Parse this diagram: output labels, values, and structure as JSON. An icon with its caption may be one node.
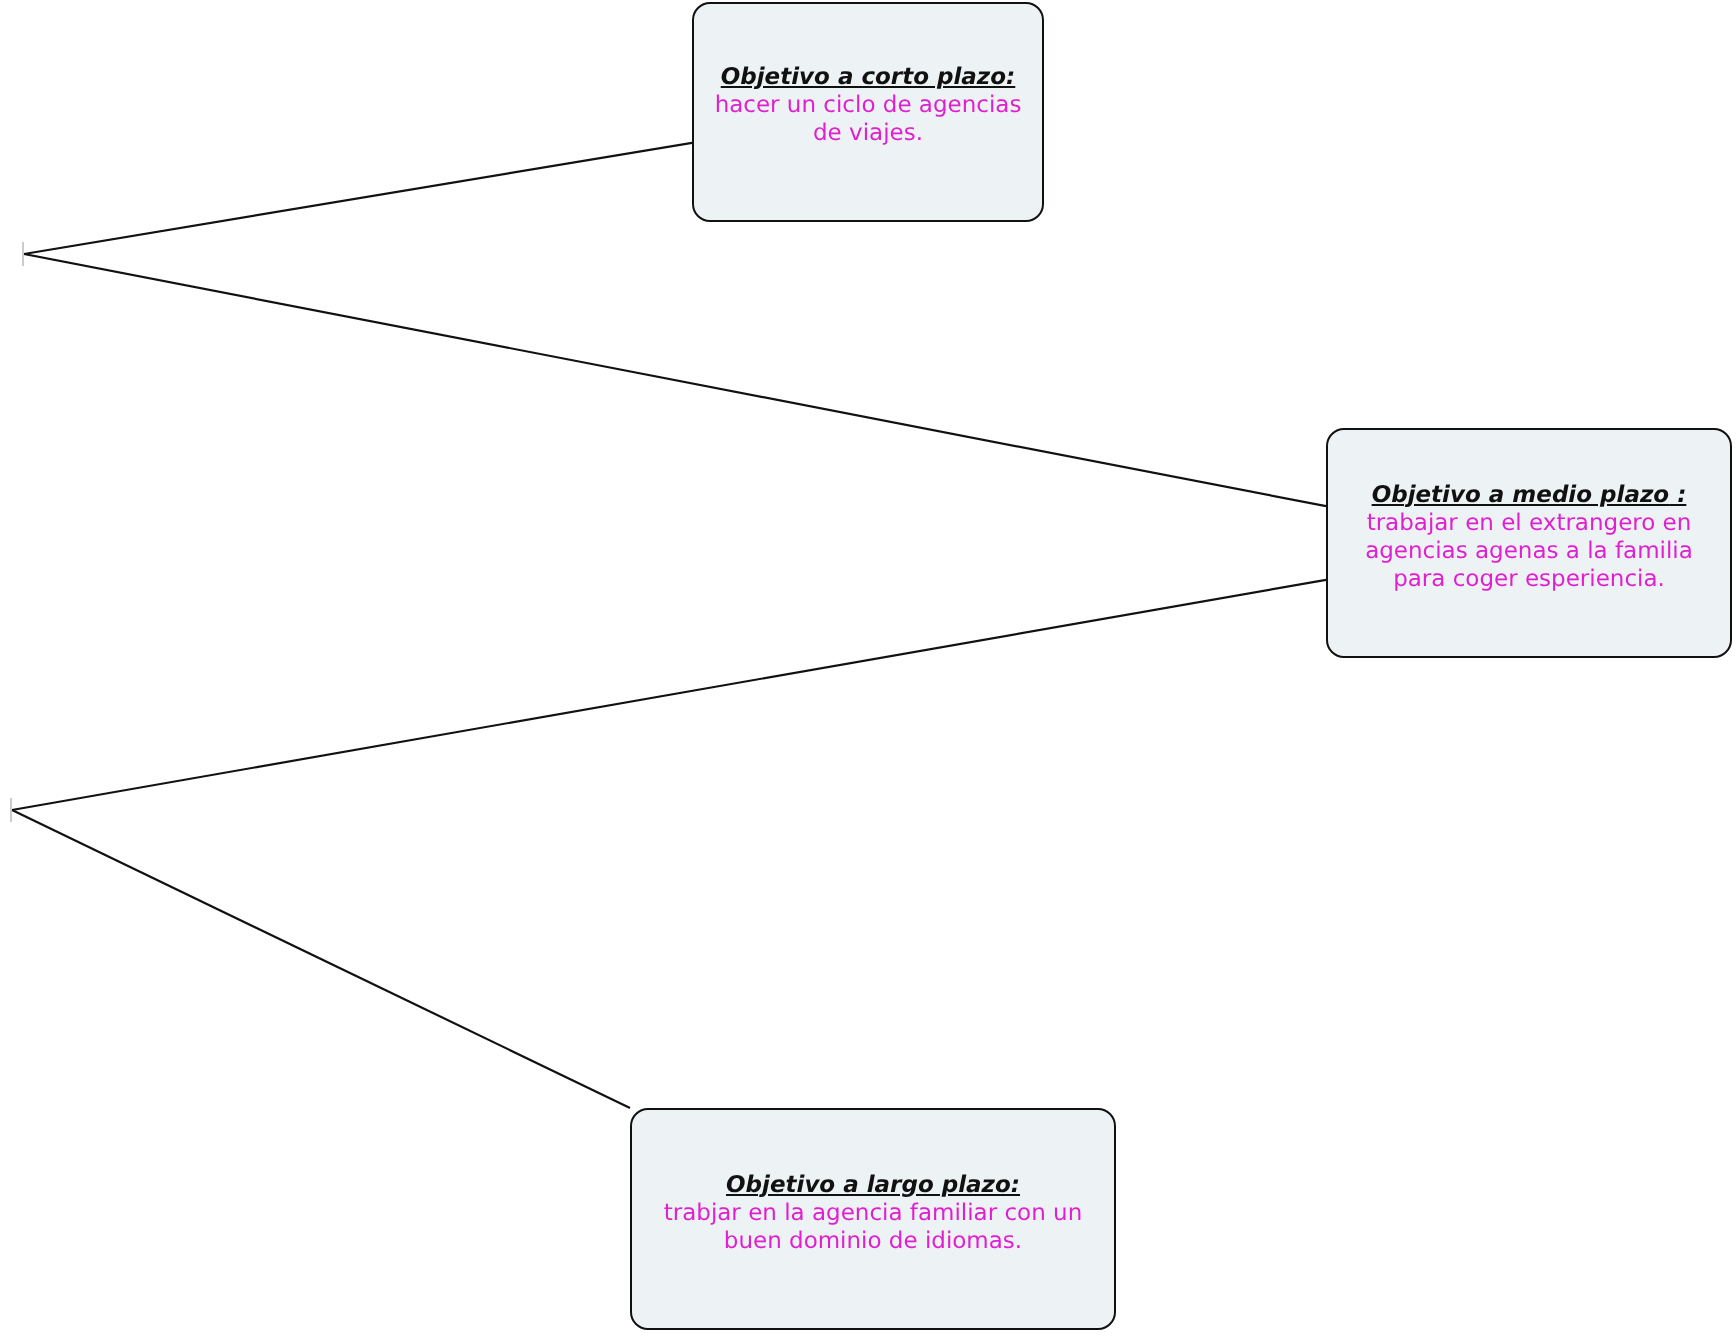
{
  "diagram": {
    "nodes": [
      {
        "text": [
          "Objetivo a corto plazo:",
          "hacer un ciclo de agencias de viajes."
        ]
      },
      {
        "text": [],
        "shape": "bar"
      },
      {
        "text": [
          "**Objetivo a medio plazo** :",
          "trabajar en el extrangero en agencias agenas a la familia para coger esperiencia."
        ]
      },
      {
        "text": [],
        "shape": "bar"
      },
      {
        "text": [
          "Objetivo a largo plazo:",
          "trabjar en la agencia familiar con un buen dominio de idiomas."
        ]
      }
    ],
    "edges": [
      {
        "from": 1,
        "to": 0,
        "arrow": "none"
      },
      {
        "from": 1,
        "to": 2,
        "arrow": "none"
      },
      {
        "from": 3,
        "to": 2,
        "arrow": "none"
      },
      {
        "from": 3,
        "to": 4,
        "arrow": "none"
      }
    ]
  }
}
